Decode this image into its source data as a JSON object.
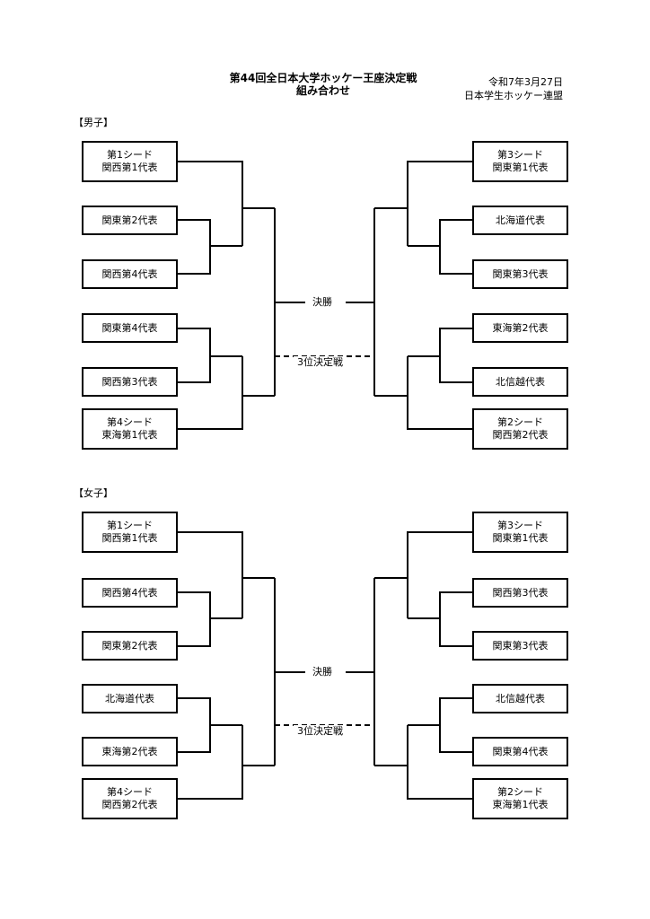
{
  "header": {
    "title_line1": "第44回全日本大学ホッケー王座決定戦",
    "title_line2": "組み合わせ",
    "date": "令和7年3月27日",
    "organizer": "日本学生ホッケー連盟"
  },
  "men": {
    "section_label": "【男子】",
    "final_label": "決勝",
    "third_place_label": "3位決定戦",
    "left": [
      {
        "line1": "第1シード",
        "line2": "関西第1代表"
      },
      {
        "line1": "関東第2代表"
      },
      {
        "line1": "関西第4代表"
      },
      {
        "line1": "関東第4代表"
      },
      {
        "line1": "関西第3代表"
      },
      {
        "line1": "第4シード",
        "line2": "東海第1代表"
      }
    ],
    "right": [
      {
        "line1": "第3シード",
        "line2": "関東第1代表"
      },
      {
        "line1": "北海道代表"
      },
      {
        "line1": "関東第3代表"
      },
      {
        "line1": "東海第2代表"
      },
      {
        "line1": "北信越代表"
      },
      {
        "line1": "第2シード",
        "line2": "関西第2代表"
      }
    ]
  },
  "women": {
    "section_label": "【女子】",
    "final_label": "決勝",
    "third_place_label": "3位決定戦",
    "left": [
      {
        "line1": "第1シード",
        "line2": "関西第1代表"
      },
      {
        "line1": "関西第4代表"
      },
      {
        "line1": "関東第2代表"
      },
      {
        "line1": "北海道代表"
      },
      {
        "line1": "東海第2代表"
      },
      {
        "line1": "第4シード",
        "line2": "関西第2代表"
      }
    ],
    "right": [
      {
        "line1": "第3シード",
        "line2": "関東第1代表"
      },
      {
        "line1": "関西第3代表"
      },
      {
        "line1": "関東第3代表"
      },
      {
        "line1": "北信越代表"
      },
      {
        "line1": "関東第4代表"
      },
      {
        "line1": "第2シード",
        "line2": "東海第1代表"
      }
    ]
  }
}
